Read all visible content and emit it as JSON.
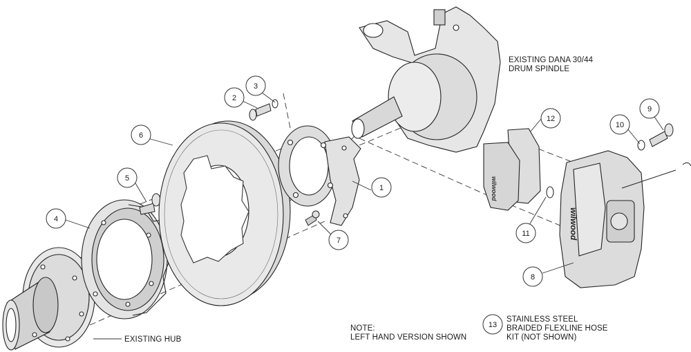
{
  "callouts": [
    {
      "id": "1",
      "label": "1"
    },
    {
      "id": "2",
      "label": "2"
    },
    {
      "id": "3",
      "label": "3"
    },
    {
      "id": "4",
      "label": "4"
    },
    {
      "id": "5",
      "label": "5"
    },
    {
      "id": "6",
      "label": "6"
    },
    {
      "id": "7",
      "label": "7"
    },
    {
      "id": "8",
      "label": "8"
    },
    {
      "id": "9",
      "label": "9"
    },
    {
      "id": "10",
      "label": "10"
    },
    {
      "id": "11",
      "label": "11"
    },
    {
      "id": "12",
      "label": "12"
    },
    {
      "id": "13",
      "label": "13"
    }
  ],
  "labels": {
    "spindle_line1": "EXISTING DANA 30/44",
    "spindle_line2": "DRUM SPINDLE",
    "hub": "EXISTING HUB",
    "note_line1": "NOTE:",
    "note_line2": "LEFT HAND VERSION SHOWN",
    "hose_line1": "STAINLESS STEEL",
    "hose_line2": "BRAIDED FLEXLINE HOSE",
    "hose_line3": "KIT (NOT SHOWN)"
  },
  "brand": {
    "pad_logo": "wilwood",
    "caliper_logo": "wilwood"
  }
}
